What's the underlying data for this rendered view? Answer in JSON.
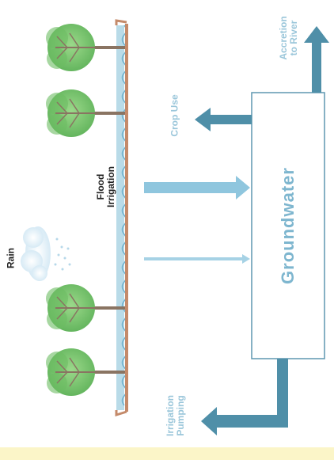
{
  "labels": {
    "rain": "Rain",
    "flood_irrigation": "Flood\nIrrigation",
    "crop_use": "Crop Use",
    "accretion": "Accretion\nto River",
    "groundwater": "Groundwater",
    "irrigation_pumping": "Irrigation\nPumping"
  },
  "colors": {
    "tree_canopy": "#7ec771",
    "tree_trunk": "#8a7462",
    "field_soil": "#c48a6a",
    "water": "#8fc3d8",
    "arrow_dark": "#4f8fa8",
    "arrow_light": "#8fc6de",
    "groundwater_text": "#7eb6cf",
    "bottom_band": "#fbf5c8"
  },
  "icons": [
    "cloud-icon",
    "tree-icon"
  ]
}
